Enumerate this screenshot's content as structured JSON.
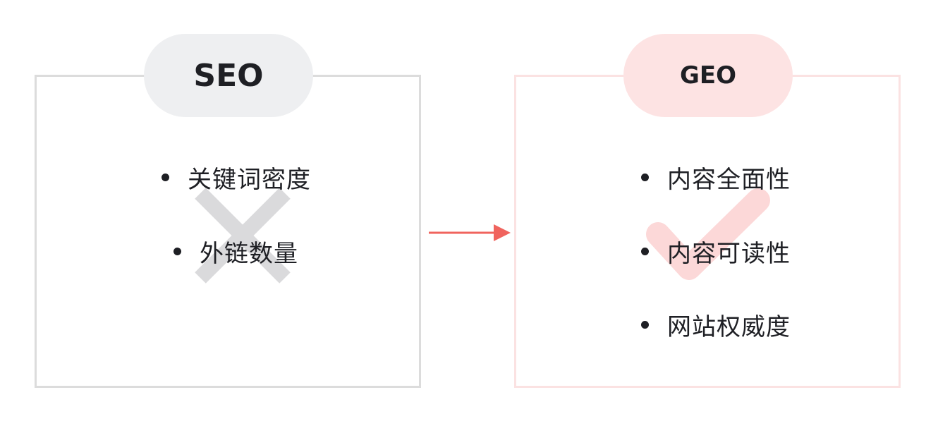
{
  "seo": {
    "title": "SEO",
    "items": [
      "关键词密度",
      "外链数量"
    ],
    "mark": "cross-mark-icon"
  },
  "geo": {
    "title": "GEO",
    "items": [
      "内容全面性",
      "内容可读性",
      "网站权威度"
    ],
    "mark": "check-mark-icon"
  },
  "connector": "arrow-right-icon",
  "colors": {
    "seo_border": "#dcdcdc",
    "seo_pill": "#eeeff1",
    "seo_mark": "#dadadc",
    "geo_border": "#fbe2e2",
    "geo_pill": "#fde3e3",
    "geo_mark": "#fcd8d8",
    "arrow": "#f0645e",
    "text": "#1e1f24"
  }
}
